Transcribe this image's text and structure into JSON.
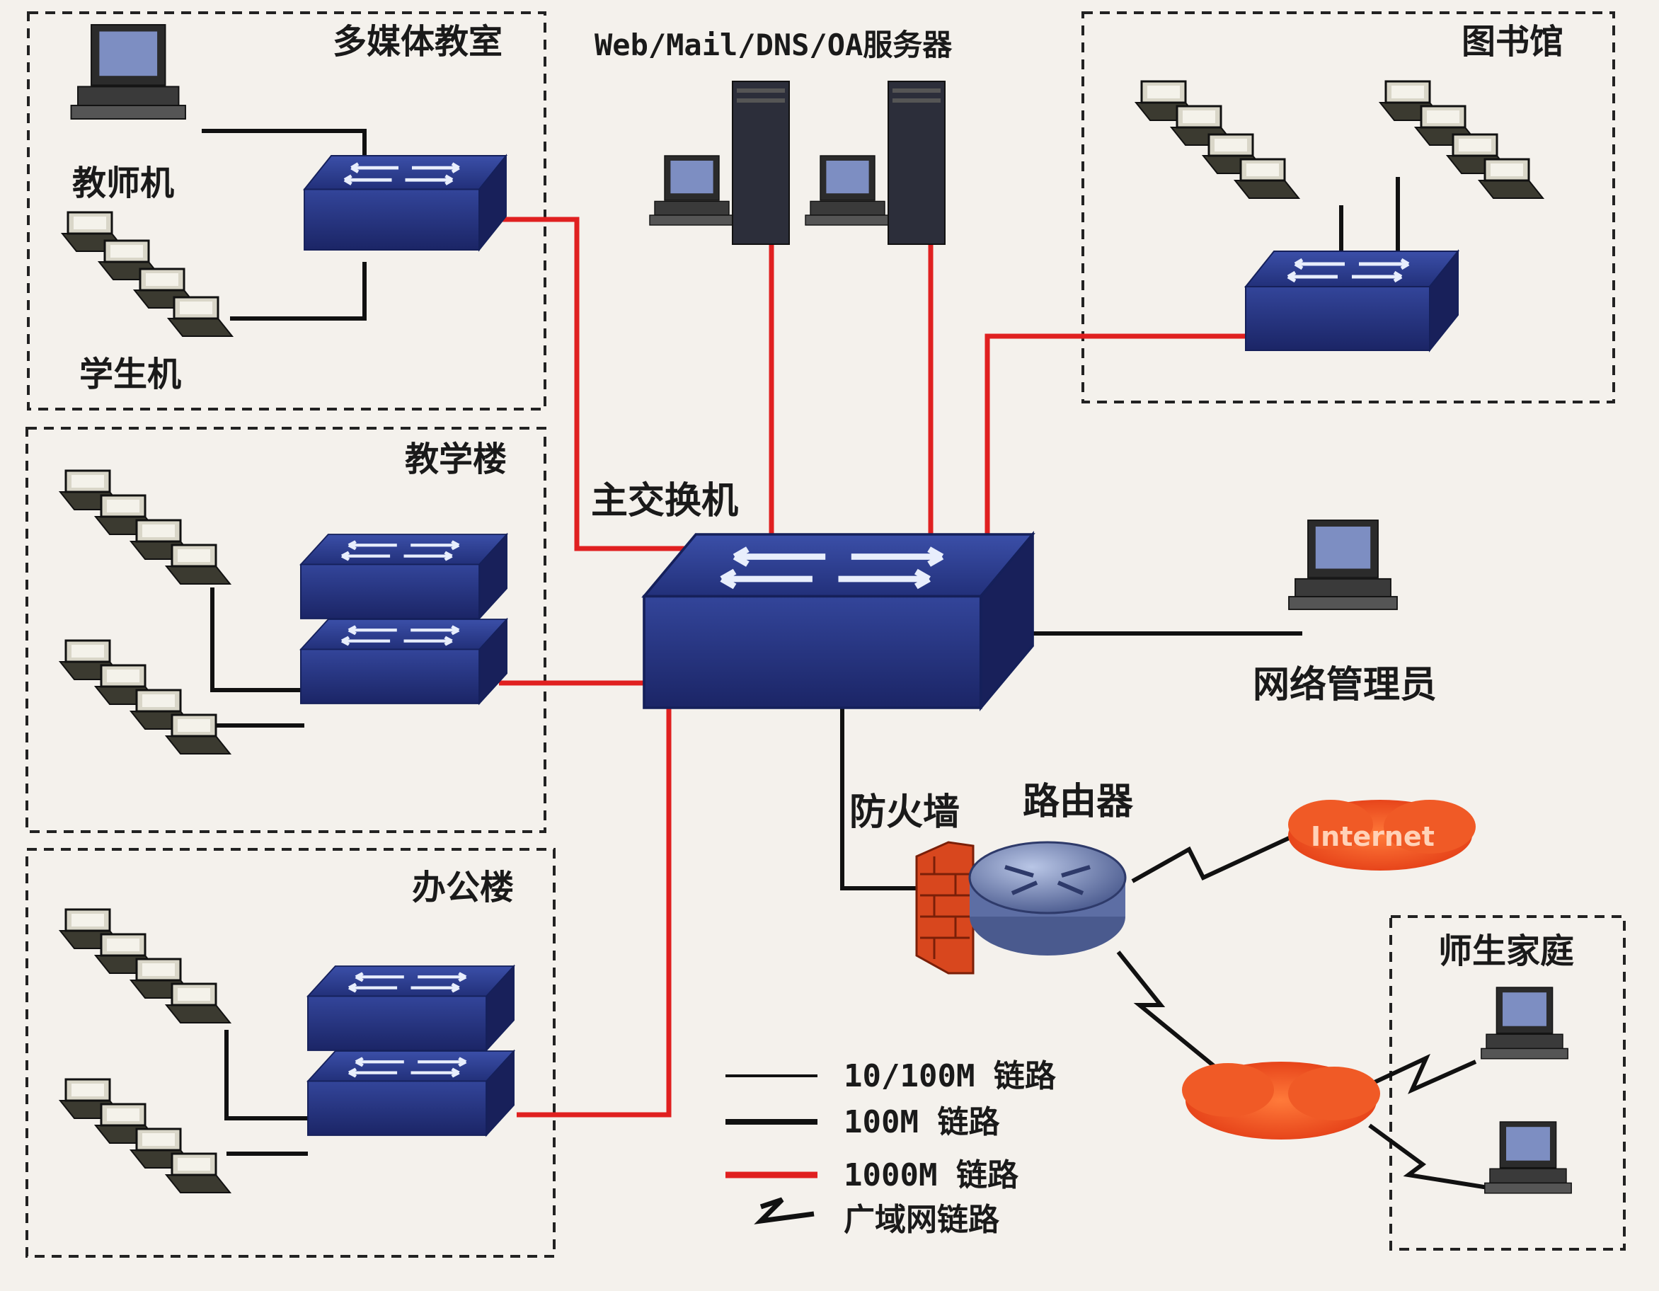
{
  "zones": {
    "multimedia": "多媒体教室",
    "teaching": "教学楼",
    "office": "办公楼",
    "library": "图书馆",
    "home": "师生家庭"
  },
  "devices": {
    "teacher_pc": "教师机",
    "student_pc": "学生机",
    "servers": "Web/Mail/DNS/OA服务器",
    "main_switch": "主交换机",
    "net_admin": "网络管理员",
    "firewall": "防火墙",
    "router": "路由器",
    "internet": "Internet"
  },
  "legend": {
    "l1": "10/100M 链路",
    "l2": "100M 链路",
    "l3": "1000M 链路",
    "l4": "广域网链路"
  },
  "colors": {
    "switch": "#2d3f8c",
    "link_1000m": "#e02020",
    "link_100m": "#111111",
    "cloud": "#f04a1e"
  }
}
